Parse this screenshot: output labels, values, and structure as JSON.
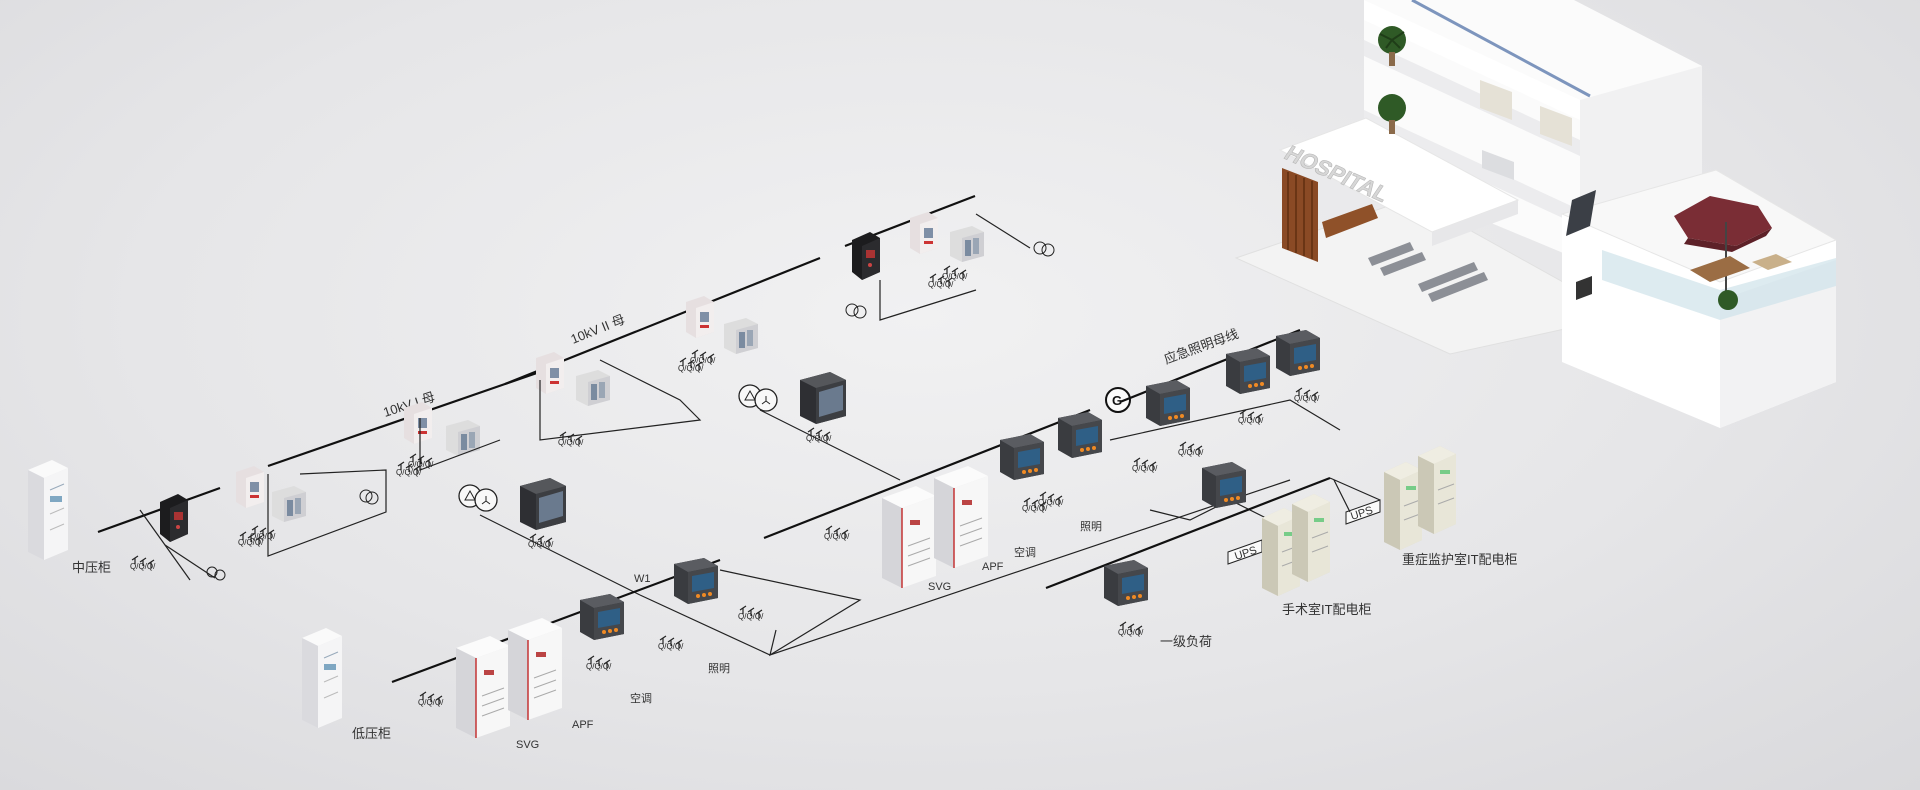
{
  "labels": {
    "mv_cabinet": "中压柜",
    "lv_cabinet": "低压柜",
    "bus_10kv_1": "10kV I 母",
    "bus_10kv_2": "10kV II 母",
    "w1": "W1",
    "svg_left": "SVG",
    "apf_left": "APF",
    "ac_left": "空调",
    "lighting_left": "照明",
    "svg_right": "SVG",
    "apf_right": "APF",
    "ac_right": "空调",
    "lighting_right": "照明",
    "emergency_bus": "应急照明母线",
    "generator": "G",
    "ups_1": "UPS",
    "ups_2": "UPS",
    "or_it_cabinet": "手术室IT配电柜",
    "icu_it_cabinet": "重症监护室IT配电柜",
    "class1_load": "一级负荷",
    "hospital_sign": "HOSPITAL"
  },
  "colors": {
    "meter_body": "#4a4c50",
    "meter_screen": "#2f5f86",
    "meter_button": "#f08a24",
    "cabinet_light": "#f4f4f4",
    "cabinet_red": "#c43434"
  },
  "icons": [
    "cabinet-icon",
    "meter-icon",
    "breaker-icon",
    "transformer-icon",
    "generator-icon",
    "building-icon"
  ]
}
